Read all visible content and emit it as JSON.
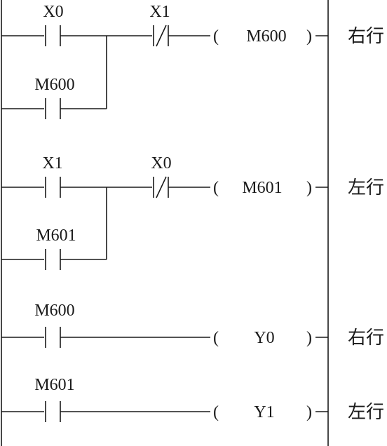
{
  "colors": {
    "line": "#1a1a1a",
    "background": "#ffffff"
  },
  "rungs": [
    {
      "name": "rung-1",
      "contact1": {
        "label": "X0",
        "type": "no-contact"
      },
      "branch": {
        "label": "M600",
        "type": "no-contact"
      },
      "contact2": {
        "label": "X1",
        "type": "nc-contact"
      },
      "coil": {
        "open": "(",
        "label": "M600",
        "close": ")"
      },
      "comment": "右行"
    },
    {
      "name": "rung-2",
      "contact1": {
        "label": "X1",
        "type": "no-contact"
      },
      "branch": {
        "label": "M601",
        "type": "no-contact"
      },
      "contact2": {
        "label": "X0",
        "type": "nc-contact"
      },
      "coil": {
        "open": "(",
        "label": "M601",
        "close": ")"
      },
      "comment": "左行"
    },
    {
      "name": "rung-3",
      "contact1": {
        "label": "M600",
        "type": "no-contact"
      },
      "coil": {
        "open": "(",
        "label": "Y0",
        "close": ")"
      },
      "comment": "右行"
    },
    {
      "name": "rung-4",
      "contact1": {
        "label": "M601",
        "type": "no-contact"
      },
      "coil": {
        "open": "(",
        "label": "Y1",
        "close": ")"
      },
      "comment": "左行"
    }
  ]
}
